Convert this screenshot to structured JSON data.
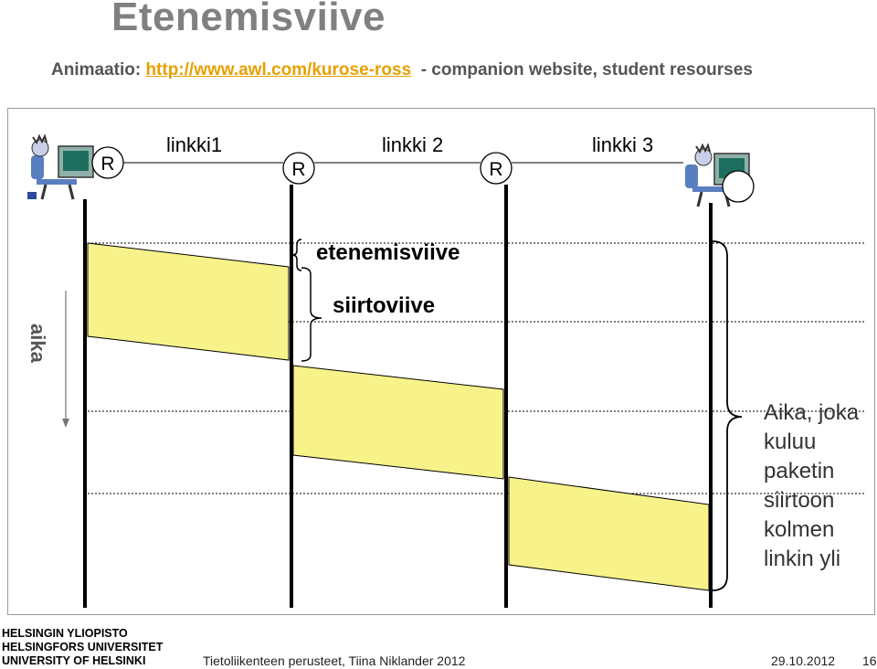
{
  "slide": {
    "title": "Etenemisviive",
    "subtitle_prefix": "Animaatio: ",
    "subtitle_link": "http://www.awl.com/kurose-ross",
    "subtitle_suffix": "  - companion website, student resourses"
  },
  "diagram": {
    "router_letter": "R",
    "links": [
      "linkki1",
      "linkki 2",
      "linkki 3"
    ],
    "propagation_label": "etenemisviive",
    "transmission_label": "siirtoviive",
    "time_label": "aika",
    "side_note_lines": [
      "Aika, joka",
      "kuluu",
      "paketin",
      "siirtoon",
      "kolmen",
      "linkin yli"
    ],
    "packet_color": "#f7f38a"
  },
  "footer": {
    "university_lines": [
      "HELSINGIN YLIOPISTO",
      "HELSINGFORS UNIVERSITET",
      "UNIVERSITY OF HELSINKI"
    ],
    "course": "Tietoliikenteen perusteet, Tiina Niklander 2012",
    "date": "29.10.2012",
    "page": "16"
  }
}
